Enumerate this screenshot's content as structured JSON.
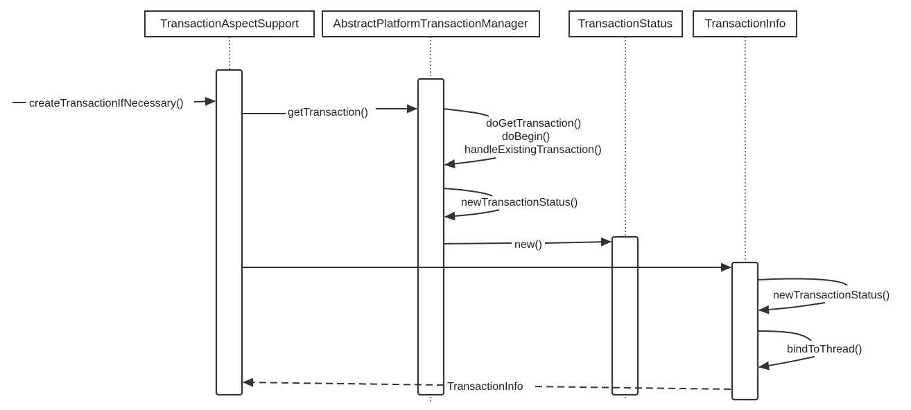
{
  "participants": [
    {
      "id": "tas",
      "label": "TransactionAspectSupport"
    },
    {
      "id": "aptm",
      "label": "AbstractPlatformTransactionManager"
    },
    {
      "id": "ts",
      "label": "TransactionStatus"
    },
    {
      "id": "ti",
      "label": "TransactionInfo"
    }
  ],
  "messages": {
    "create": "createTransactionIfNecessary()",
    "get": "getTransaction()",
    "self1_line1": "doGetTransaction()",
    "self1_line2": "doBegin()",
    "self1_line3": "handleExistingTransaction()",
    "self2": "newTransactionStatus()",
    "new": "new()",
    "self3": "newTransactionStatus()",
    "self4": "bindToThread()",
    "return": "TransactionInfo"
  }
}
